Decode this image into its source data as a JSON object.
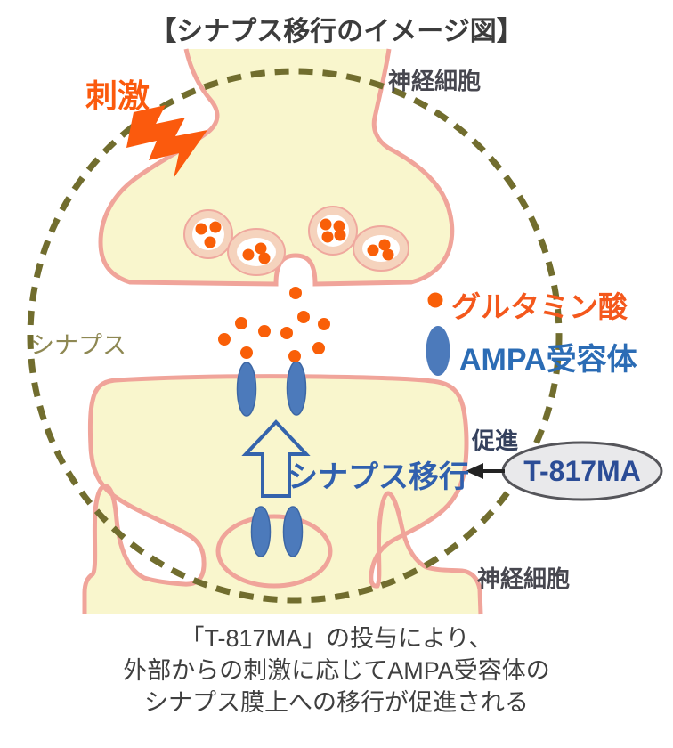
{
  "title": "【シナプス移行のイメージ図】",
  "labels": {
    "stimulus": "刺激",
    "nerve_cell_top": "神経細胞",
    "nerve_cell_bottom": "神経細胞",
    "synapse": "シナプス",
    "synaptic_translocation": "シナプス移行",
    "promotion": "促進",
    "drug": "T-817MA"
  },
  "legend": [
    {
      "marker": "glutamate-dot",
      "label": "グルタミン酸",
      "color": "#f4581c"
    },
    {
      "marker": "ampa-receptor-oval",
      "label": "AMPA受容体",
      "color": "#2b6cb5"
    }
  ],
  "caption": {
    "line1": "「T-817MA」の投与により、",
    "line2": "外部からの刺激に応じてAMPA受容体の",
    "line3": "シナプス膜上への移行が促進される"
  },
  "colors": {
    "cell_fill": "#f9f6cd",
    "membrane": "#f0a49a",
    "vesicle_ring": "#f5d3bd",
    "glutamate": "#f95f08",
    "ampa_receptor": "#4c7abb",
    "dashed_circle": "#716d2e",
    "stimulus_orange": "#fb5a0d",
    "drug_ellipse_fill": "#e9e9eb",
    "drug_ellipse_border": "#55555a",
    "text_dark": "#3c3c3c",
    "blue_text": "#3060ae"
  }
}
